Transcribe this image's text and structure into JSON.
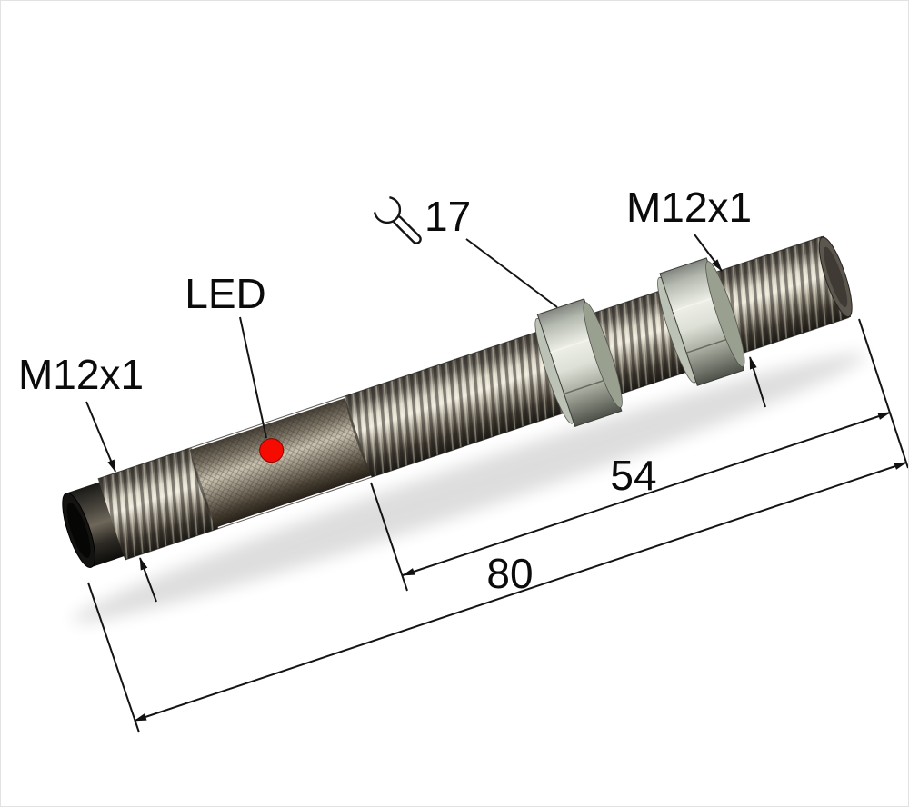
{
  "drawing": {
    "labels": {
      "led": "LED",
      "wrench_size": "17",
      "thread_spec_right": "M12x1",
      "thread_spec_left": "M12x1",
      "dim_54": "54",
      "dim_80": "80"
    },
    "icons": {
      "wrench": "wrench-icon"
    },
    "colors": {
      "led_dot": "#f60b00",
      "annotation_line": "#141414",
      "background": "#ffffff"
    }
  }
}
